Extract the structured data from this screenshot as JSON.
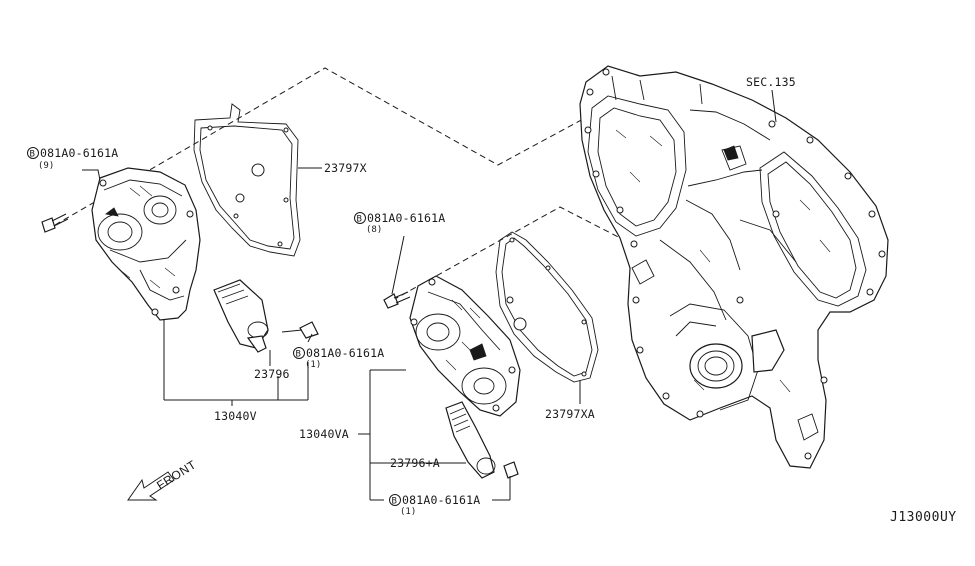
{
  "labels": {
    "bolt_a_part": "081A0-6161A",
    "bolt_a_qty": "(9)",
    "bolt_b_part": "081A0-6161A",
    "bolt_b_qty": "(8)",
    "bolt_c_part": "081A0-6161A",
    "bolt_c_qty": "(1)",
    "bolt_d_part": "081A0-6161A",
    "bolt_d_qty": "(1)",
    "gasket_left": "23797X",
    "gasket_right": "23797XA",
    "valve_left": "23796",
    "valve_right": "23796+A",
    "assy_left": "13040V",
    "assy_right": "13040VA",
    "section_ref": "SEC.135",
    "front": "FRONT",
    "diagram_id": "J13000UY",
    "bolt_mark": "B"
  }
}
